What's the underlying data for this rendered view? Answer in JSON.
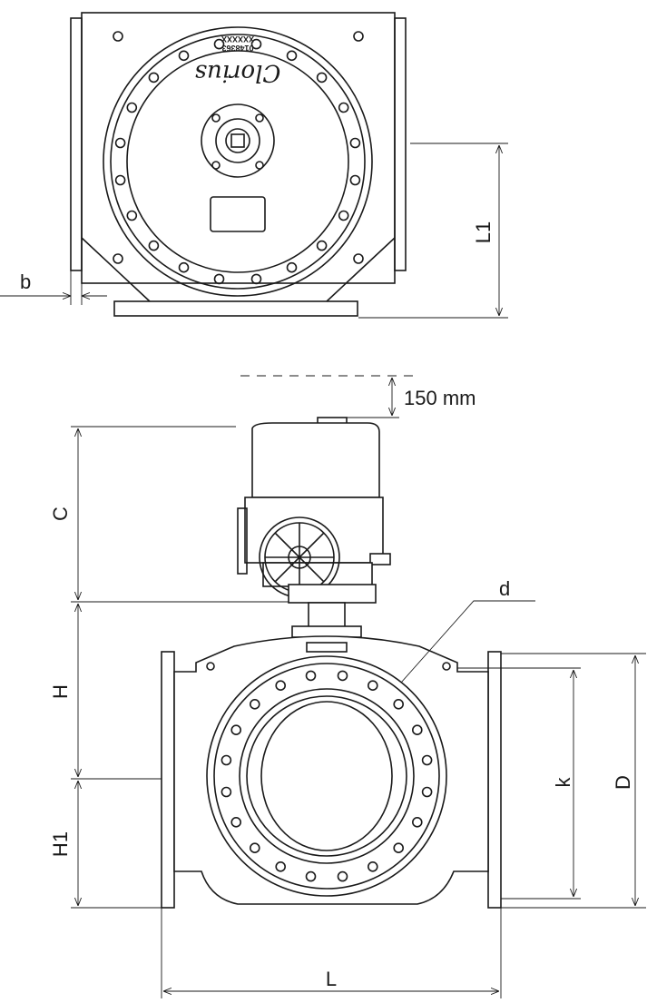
{
  "top_view": {
    "logo": "Clorius",
    "serial_number": "0148363",
    "serial_code": "XXXXXX",
    "dim_labels": {
      "b": "b",
      "L1": "L1"
    }
  },
  "front_view": {
    "dim_labels": {
      "clearance": "150 mm",
      "C": "C",
      "H": "H",
      "H1": "H1",
      "d": "d",
      "k": "k",
      "D": "D",
      "L": "L"
    }
  }
}
